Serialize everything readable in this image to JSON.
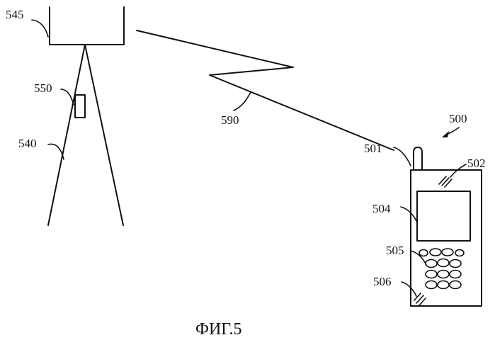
{
  "labels": {
    "station": "545",
    "tower": "540",
    "device_on_tower": "550",
    "wireless_link": "590",
    "phone": "500",
    "antenna": "501",
    "speaker": "502",
    "display": "504",
    "keypad": "505",
    "microphone": "506"
  },
  "caption": "ФИГ.5",
  "colors": {
    "ink": "#111111",
    "paper": "#ffffff"
  }
}
